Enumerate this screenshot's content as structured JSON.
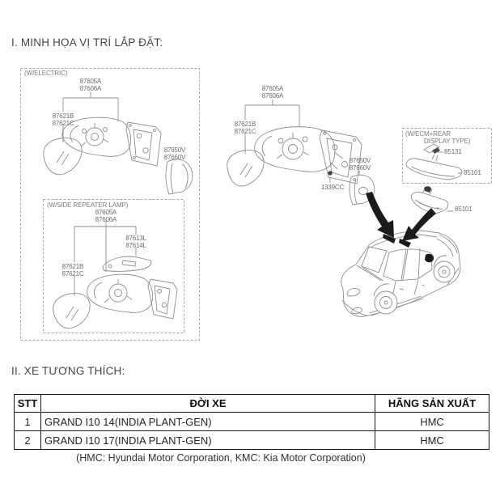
{
  "page": {
    "section1_title": "I. MINH HỌA VỊ TRÍ LẮP ĐẶT:",
    "section2_title": "II. XE TƯƠNG THÍCH:"
  },
  "diagram": {
    "electric_box_label": "(W/ELECTRIC)",
    "repeater_box_label": "(W/SIDE REPEATER LAMP)",
    "ecm_box_label_line1": "(W/ECM+REAR",
    "ecm_box_label_line2": "DISPLAY TYPE)",
    "electric": {
      "assembly": "87605A\n87606A",
      "glass": "87621B\n87621C",
      "cover": "87650V\n87660V"
    },
    "repeater": {
      "assembly": "87605A\n87606A",
      "lamp": "87613L\n87614L",
      "glass": "87621B\n87621C"
    },
    "middle": {
      "assembly": "87605A\n87606A",
      "glass": "87621B\n87621C",
      "cover": "87650V\n87660V",
      "bolt": "1339CC"
    },
    "ecm": {
      "bracket": "85131",
      "mirror": "85101"
    },
    "inside_mirror_label": "85101"
  },
  "table": {
    "headers": [
      "STT",
      "ĐỜI XE",
      "HÃNG SẢN XUẤT"
    ],
    "rows": [
      [
        "1",
        "GRAND I10 14(INDIA PLANT-GEN)",
        "HMC"
      ],
      [
        "2",
        "GRAND I10 17(INDIA PLANT-GEN)",
        "HMC"
      ]
    ],
    "footnote": "(HMC: Hyundai Motor Corporation, KMC: Kia Motor Corporation)"
  },
  "colors": {
    "line": "#8d8d8d",
    "label": "#6a6a6a",
    "arrow": "#1b1b1b",
    "table_border": "#161616"
  }
}
